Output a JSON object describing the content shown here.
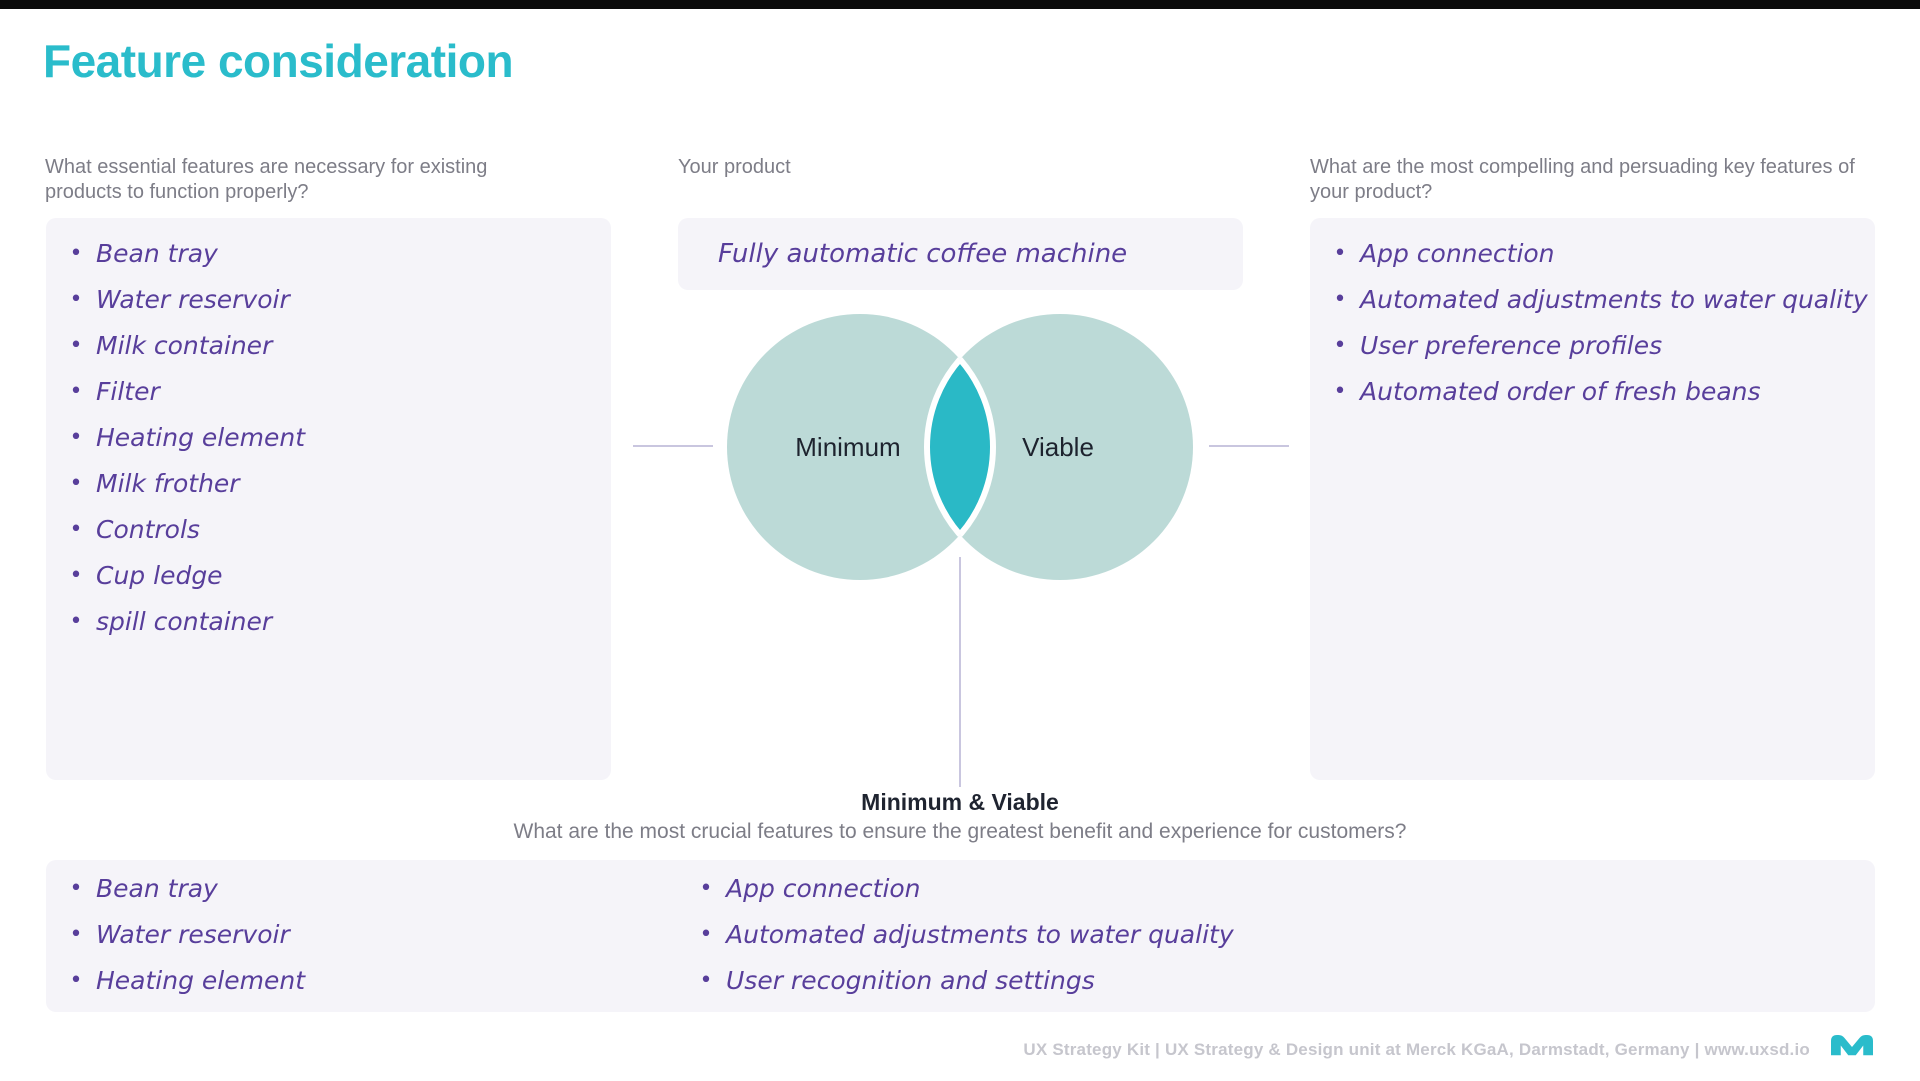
{
  "title": "Feature consideration",
  "bullet": "•",
  "colors": {
    "accent_teal": "#2abccb",
    "circle_fill": "#bcdad7",
    "intersection_fill": "#2ab9c6",
    "connector_line": "#c9c6df",
    "handwriting_purple": "#583e9b",
    "panel_bg": "#f5f4f9"
  },
  "left_panel": {
    "question": "What essential features are necessary for existing products to function properly?",
    "items": [
      "Bean tray",
      "Water reservoir",
      "Milk container",
      "Filter",
      "Heating element",
      "Milk frother",
      "Controls",
      "Cup ledge",
      "spill container"
    ]
  },
  "product": {
    "label": "Your product",
    "value": "Fully automatic coffee machine"
  },
  "venn": {
    "type": "venn-diagram",
    "left_label": "Minimum",
    "right_label": "Viable",
    "intersection_label": "Minimum & Viable"
  },
  "right_panel": {
    "question": "What are the most compelling and persuading key features of your product?",
    "items": [
      "App connection",
      "Automated adjustments to water quality",
      "User preference profiles",
      "Automated order of fresh beans"
    ]
  },
  "bottom": {
    "title": "Minimum & Viable",
    "question": "What are the most crucial features to ensure the greatest benefit and experience for customers?",
    "col1_items": [
      "Bean tray",
      "Water reservoir",
      "Heating element"
    ],
    "col2_items": [
      "App connection",
      "Automated adjustments to water quality",
      "User recognition and settings"
    ]
  },
  "footer": {
    "text": "UX Strategy Kit  |  UX Strategy & Design unit at Merck KGaA, Darmstadt, Germany  |  www.uxsd.io",
    "logo": "merck-m-logo"
  }
}
